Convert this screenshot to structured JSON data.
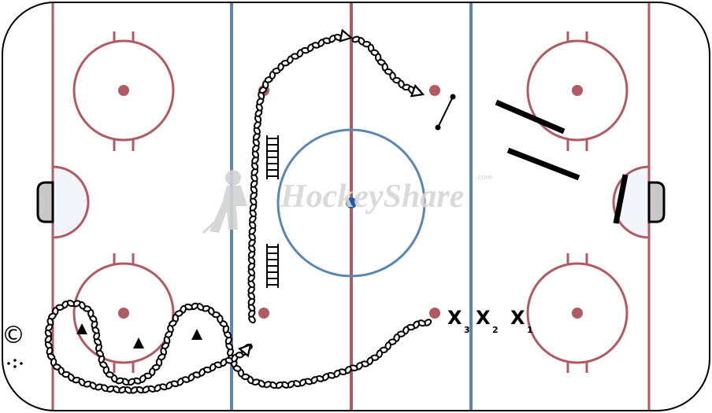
{
  "diagram": {
    "watermark": {
      "text": "HockeyShare",
      "suffix": ".com"
    },
    "corner_mark": {
      "symbol": "©",
      "dots_icon": "puck-pile-icon"
    },
    "players": [
      {
        "name": "X",
        "number": "3"
      },
      {
        "name": "X",
        "number": "2"
      },
      {
        "name": "X",
        "number": "1"
      }
    ],
    "cones_count": 3,
    "colors": {
      "red_line": "#b05a63",
      "blue_line": "#5b86b0",
      "boards": "#000000",
      "crease_fill": "#f2f6fb",
      "net": "#c8c8c8",
      "center_dot": "#1f5aa6",
      "watermark": "#d6d6d6"
    }
  }
}
